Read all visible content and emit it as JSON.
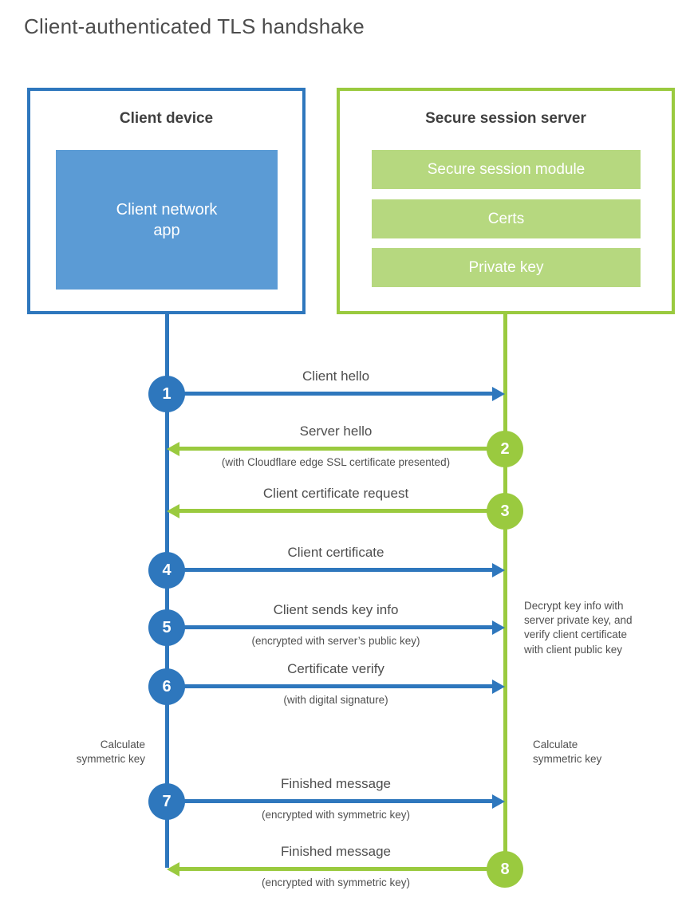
{
  "page_title": "Client-authenticated TLS handshake",
  "colors": {
    "blue": "#2e77bd",
    "blue_fill": "#5b9bd5",
    "green": "#9aca3f",
    "green_fill": "#b6d87f",
    "text_dark": "#3f3f3f",
    "text_gray": "#4e4e4e"
  },
  "client_box": {
    "title": "Client device",
    "app": "Client network\napp"
  },
  "server_box": {
    "title": "Secure session server",
    "modules": [
      "Secure session module",
      "Certs",
      "Private key"
    ]
  },
  "steps": [
    {
      "num": "1",
      "label": "Client hello",
      "sub": "",
      "direction": "client-to-server"
    },
    {
      "num": "2",
      "label": "Server hello",
      "sub": "(with Cloudflare edge SSL certificate presented)",
      "direction": "server-to-client"
    },
    {
      "num": "3",
      "label": "Client certificate request",
      "sub": "",
      "direction": "server-to-client"
    },
    {
      "num": "4",
      "label": "Client certificate",
      "sub": "",
      "direction": "client-to-server"
    },
    {
      "num": "5",
      "label": "Client sends key info",
      "sub": "(encrypted with server’s public key)",
      "direction": "client-to-server"
    },
    {
      "num": "6",
      "label": "Certificate verify",
      "sub": "(with digital signature)",
      "direction": "client-to-server"
    },
    {
      "num": "7",
      "label": "Finished message",
      "sub": "(encrypted with symmetric key)",
      "direction": "client-to-server"
    },
    {
      "num": "8",
      "label": "Finished message",
      "sub": "(encrypted with symmetric key)",
      "direction": "server-to-client"
    }
  ],
  "notes": {
    "client_calc": "Calculate\nsymmetric key",
    "server_decrypt": "Decrypt key info with\nserver private key, and\nverify client certificate\nwith client public key",
    "server_calc": "Calculate\nsymmetric key"
  }
}
